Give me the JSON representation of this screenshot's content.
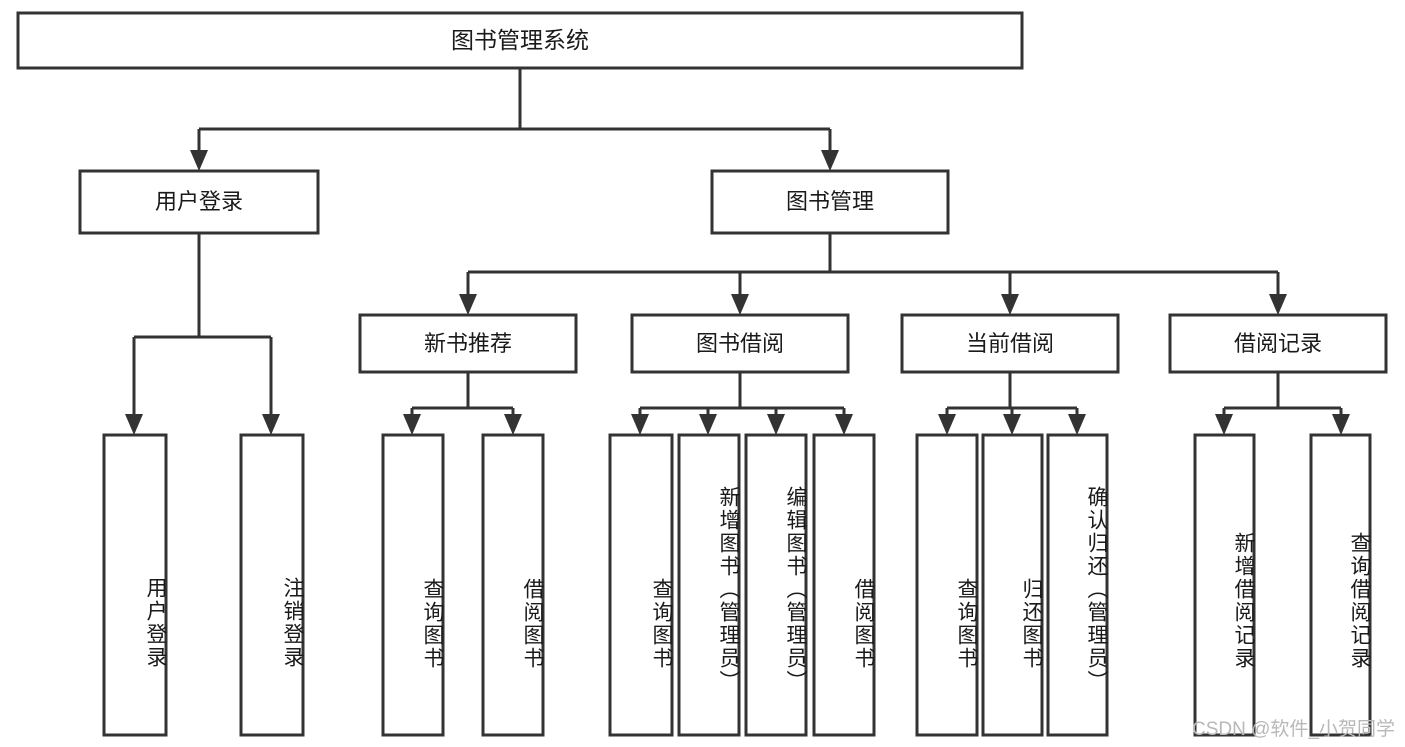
{
  "diagram": {
    "title_node": {
      "id": "root",
      "label": "图书管理系统"
    },
    "level1": [
      {
        "id": "user-login",
        "label": "用户登录"
      },
      {
        "id": "book-manage",
        "label": "图书管理"
      }
    ],
    "level2": [
      {
        "id": "new-book-rec",
        "label": "新书推荐",
        "parent": "book-manage"
      },
      {
        "id": "book-borrow",
        "label": "图书借阅",
        "parent": "book-manage"
      },
      {
        "id": "current-borrow",
        "label": "当前借阅",
        "parent": "book-manage"
      },
      {
        "id": "borrow-record",
        "label": "借阅记录",
        "parent": "book-manage"
      }
    ],
    "leaves": [
      {
        "id": "leaf-user-login",
        "label": "用户登录",
        "parent": "user-login"
      },
      {
        "id": "leaf-logout",
        "label": "注销登录",
        "parent": "user-login"
      },
      {
        "id": "leaf-query-book-1",
        "label": "查询图书",
        "parent": "new-book-rec"
      },
      {
        "id": "leaf-borrow-book-1",
        "label": "借阅图书",
        "parent": "new-book-rec"
      },
      {
        "id": "leaf-query-book-2",
        "label": "查询图书",
        "parent": "book-borrow"
      },
      {
        "id": "leaf-add-book",
        "label": "新增图书（管理员）",
        "parent": "book-borrow"
      },
      {
        "id": "leaf-edit-book",
        "label": "编辑图书（管理员）",
        "parent": "book-borrow"
      },
      {
        "id": "leaf-borrow-book-2",
        "label": "借阅图书",
        "parent": "book-borrow"
      },
      {
        "id": "leaf-query-book-3",
        "label": "查询图书",
        "parent": "current-borrow"
      },
      {
        "id": "leaf-return-book",
        "label": "归还图书",
        "parent": "current-borrow"
      },
      {
        "id": "leaf-confirm-return",
        "label": "确认归还（管理员）",
        "parent": "current-borrow"
      },
      {
        "id": "leaf-add-record",
        "label": "新增借阅记录",
        "parent": "borrow-record"
      },
      {
        "id": "leaf-query-record",
        "label": "查询借阅记录",
        "parent": "borrow-record"
      }
    ],
    "colors": {
      "box_stroke": "#333333",
      "box_fill": "#ffffff",
      "text": "#1a1a1a",
      "background": "#ffffff",
      "watermark": "#b8b8b8"
    }
  },
  "watermark": {
    "text": "CSDN @软件_小贺同学"
  }
}
